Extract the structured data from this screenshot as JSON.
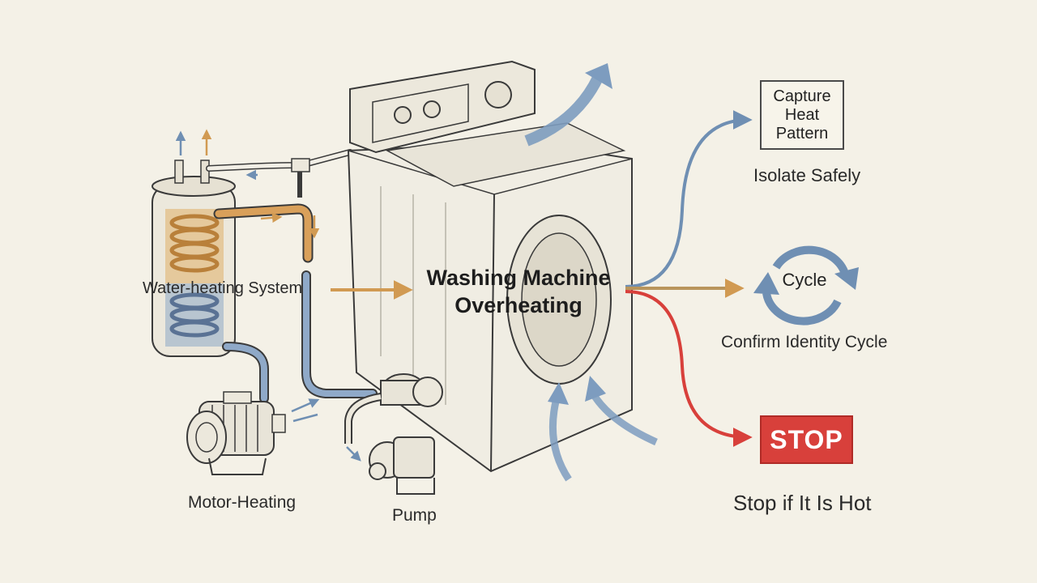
{
  "diagram": {
    "title_line1": "Washing Machine",
    "title_line2": "Overheating",
    "components": {
      "water_heating": "Water-heating System",
      "motor": "Motor-Heating",
      "pump": "Pump"
    },
    "outcomes": {
      "capture_box_line1": "Capture",
      "capture_box_line2": "Heat",
      "capture_box_line3": "Pattern",
      "isolate": "Isolate Safely",
      "cycle_label": "Cycle",
      "confirm": "Confirm Identity Cycle",
      "stop_sign": "STOP",
      "stop_caption": "Stop if It Is Hot"
    },
    "colors": {
      "blue": "#6f8fb3",
      "orange": "#d19a52",
      "red": "#d8403b",
      "ink": "#3a3a3a"
    }
  }
}
